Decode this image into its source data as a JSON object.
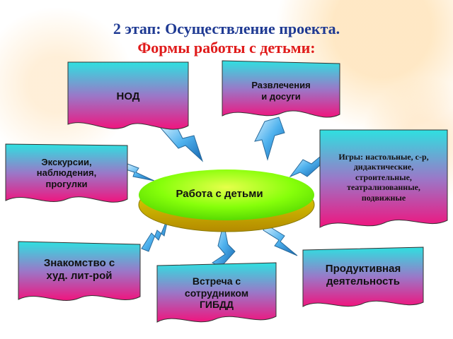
{
  "title": {
    "line1": "2 этап: Осуществление проекта.",
    "line2": "Формы работы с детьми:"
  },
  "center": {
    "label": "Работа с детьми"
  },
  "nodes": [
    {
      "id": "nod",
      "label": "НОД"
    },
    {
      "id": "leisure",
      "label": "Развлечения\nи досуги"
    },
    {
      "id": "excursions",
      "label": "Экскурсии,\nнаблюдения,\nпрогулки"
    },
    {
      "id": "games",
      "label": "Игры: настольные, с-р,\nдидактические,\nстроительные,\nтеатрализованные,\nподвижные"
    },
    {
      "id": "literature",
      "label": "Знакомство с\nхуд. лит-рой"
    },
    {
      "id": "gibdd",
      "label": "Встреча с\nсотрудником\nГИБДД"
    },
    {
      "id": "productive",
      "label": "Продуктивная\nдеятельность"
    }
  ],
  "colors": {
    "title_blue": "#1f3a93",
    "title_red": "#e01b1b",
    "flag_top": "#2fe0e0",
    "flag_bottom": "#f0147e",
    "center_green": "#7dff00",
    "center_rim": "#c8d400",
    "bolt_blue": "#1e8fd8"
  }
}
